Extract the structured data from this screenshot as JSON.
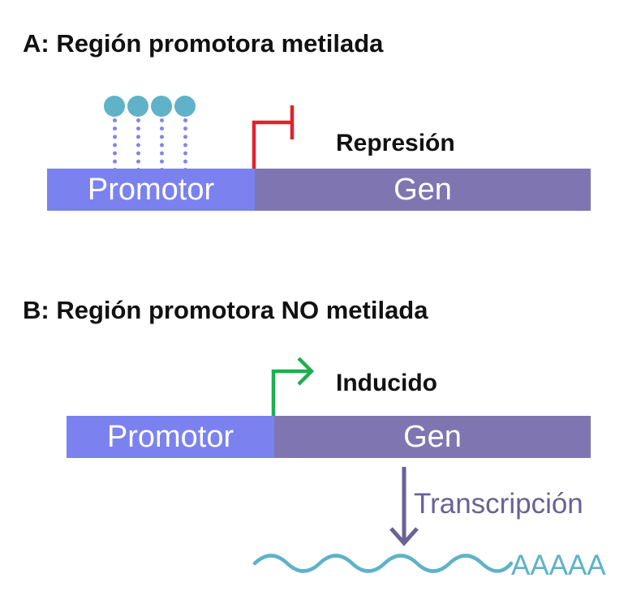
{
  "panel_a": {
    "title": "A: Región promotora metilada",
    "promoter_label": "Promotor",
    "gene_label": "Gen",
    "state_label": "Represión",
    "methyl_group_count": 4,
    "colors": {
      "promoter": "#7b82ef",
      "gene": "#7f76b1",
      "methyl_group": "#5fb2c7",
      "arrow": "#e0222d"
    }
  },
  "panel_b": {
    "title": "B: Región promotora NO metilada",
    "promoter_label": "Promotor",
    "gene_label": "Gen",
    "state_label": "Inducido",
    "transcription_label": "Transcripción",
    "polya_label": "AAAAA",
    "colors": {
      "promoter": "#7b82ef",
      "gene": "#7f76b1",
      "arrow": "#1fae4f",
      "transcription_arrow": "#6a6196",
      "mrna": "#5fb2c7"
    }
  }
}
